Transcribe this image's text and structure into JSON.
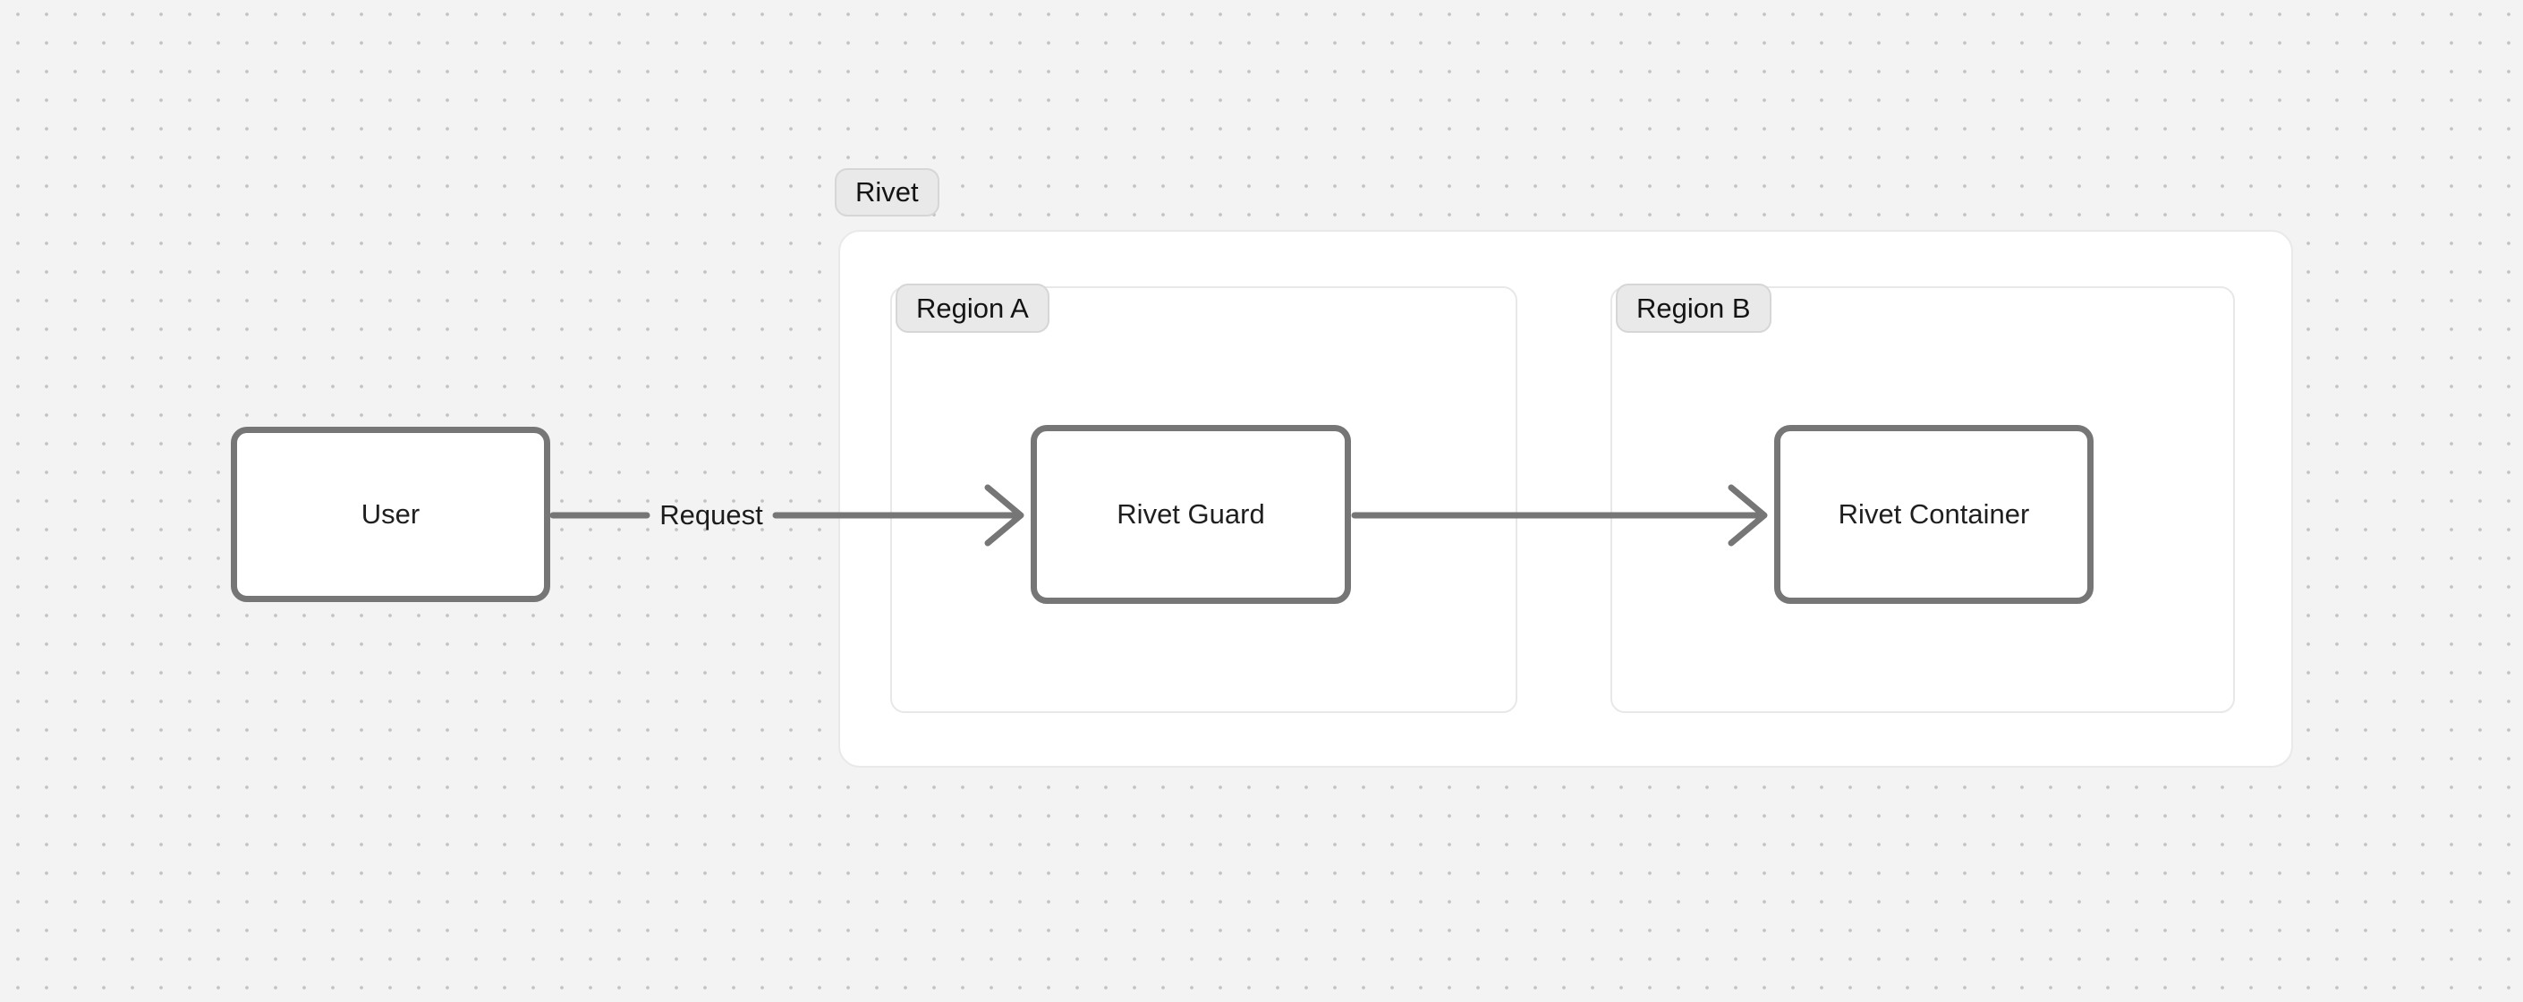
{
  "diagram": {
    "groups": [
      {
        "id": "rivet",
        "label": "Rivet"
      },
      {
        "id": "region-a",
        "label": "Region A",
        "parent": "rivet"
      },
      {
        "id": "region-b",
        "label": "Region B",
        "parent": "rivet"
      }
    ],
    "nodes": [
      {
        "id": "user",
        "label": "User"
      },
      {
        "id": "rivet-guard",
        "label": "Rivet Guard",
        "group": "region-a"
      },
      {
        "id": "rivet-container",
        "label": "Rivet Container",
        "group": "region-b"
      }
    ],
    "edges": [
      {
        "from": "user",
        "to": "rivet-guard",
        "label": "Request",
        "direction": "right"
      },
      {
        "from": "rivet-guard",
        "to": "rivet-container",
        "label": "",
        "direction": "right"
      }
    ],
    "colors": {
      "canvas_background": "#f3f3f3",
      "grid_dot": "#c2c2c2",
      "group_background": "#ffffff",
      "group_border": "#e9e9e9",
      "region_border": "#e8e8e8",
      "pill_background": "#e9e9e9",
      "pill_border": "#d6d6d6",
      "node_border": "#767676",
      "node_background": "#ffffff",
      "edge_stroke": "#767676",
      "text": "#1c1c1c"
    }
  }
}
